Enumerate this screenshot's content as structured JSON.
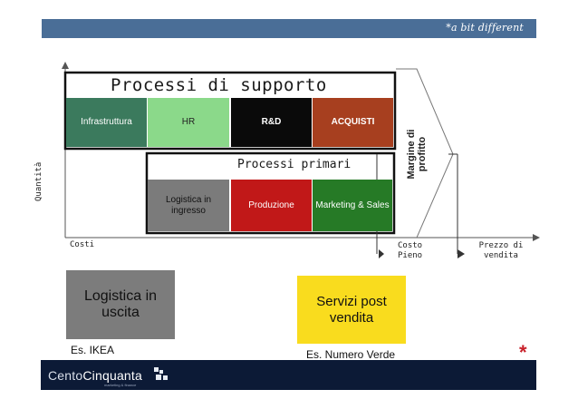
{
  "header": {
    "tagline": "*a bit different",
    "bar_color": "#4a6e97"
  },
  "value_chain": {
    "support_title": "Processi di supporto",
    "support_activities": [
      "Infrastruttura",
      "HR",
      "R&D",
      "ACQUISTI"
    ],
    "primary_title": "Processi primari",
    "primary_activities": [
      "Logistica in ingresso",
      "Produzione",
      "Marketing & Sales"
    ],
    "margin_label": "Margine di profitto",
    "axis_y_label": "Quantità",
    "axis_x_label": "Costi",
    "costo_pieno_label": "Costo Pieno",
    "prezzo_label": "Prezzo di vendita",
    "colors": {
      "infrastruttura": "#3b7a5d",
      "hr": "#8bd98a",
      "rd": "#0a0a0a",
      "acquisti": "#a73f1f",
      "logistica_in": "#7b7b7b",
      "produzione": "#c11818",
      "marketing": "#267a26"
    }
  },
  "extras": {
    "logistica_uscita": "Logistica in uscita",
    "logistica_uscita_example": "Es. IKEA",
    "servizi_post_vendita": "Servizi post vendita",
    "servizi_example": "Es. Numero Verde",
    "marker": "*",
    "logistica_color": "#7c7c7c",
    "servizi_color": "#f9dc1e"
  },
  "footer": {
    "logo_part1": "Cento",
    "logo_part2": "Cinquanta",
    "logo_sub": "marketing & finance",
    "bar_color": "#0c1a36"
  }
}
